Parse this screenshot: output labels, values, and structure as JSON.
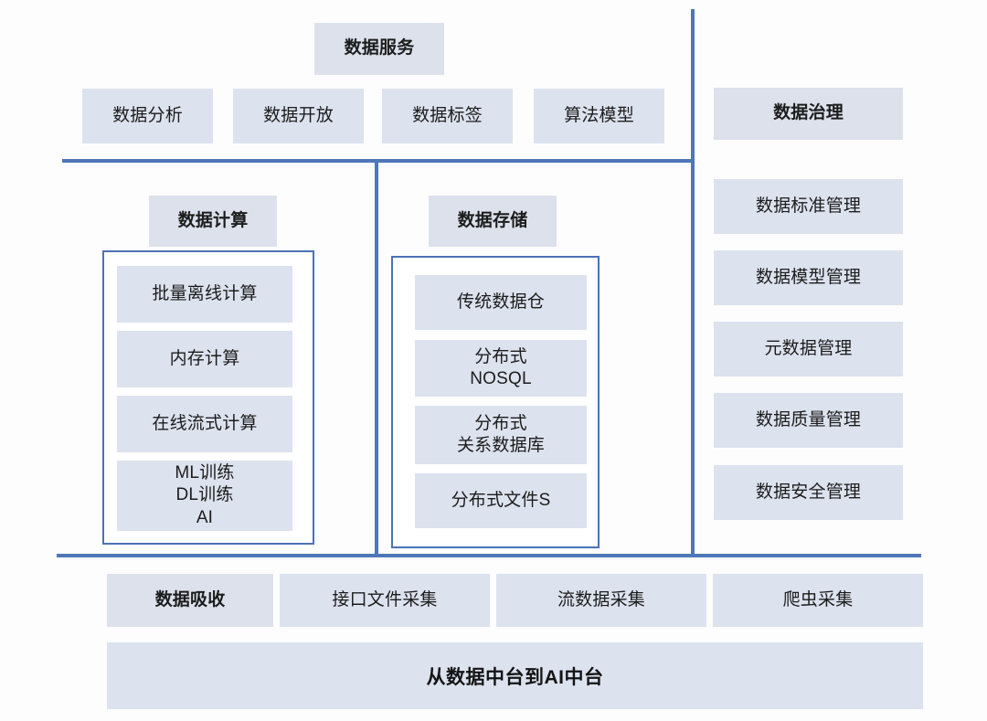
{
  "diagram": {
    "title": "从数据中台到AI中台",
    "colors": {
      "box_fill": "#dce2ee",
      "rule": "#4f76b8",
      "frame_border": "#4a72b8",
      "background": "#fdfdfd",
      "text": "#1c1c1c"
    }
  },
  "service": {
    "header": "数据服务",
    "items": [
      {
        "label": "数据分析"
      },
      {
        "label": "数据开放"
      },
      {
        "label": "数据标签"
      },
      {
        "label": "算法模型"
      }
    ]
  },
  "compute": {
    "header": "数据计算",
    "items": [
      {
        "label": "批量离线计算"
      },
      {
        "label": "内存计算"
      },
      {
        "label": "在线流式计算"
      },
      {
        "label": "ML训练\nDL训练\nAI"
      }
    ]
  },
  "storage": {
    "header": "数据存储",
    "items": [
      {
        "label": "传统数据仓"
      },
      {
        "label": "分布式\nNOSQL"
      },
      {
        "label": "分布式\n关系数据库"
      },
      {
        "label": "分布式文件S"
      }
    ]
  },
  "governance": {
    "header": "数据治理",
    "items": [
      {
        "label": "数据标准管理"
      },
      {
        "label": "数据模型管理"
      },
      {
        "label": "元数据管理"
      },
      {
        "label": "数据质量管理"
      },
      {
        "label": "数据安全管理"
      }
    ]
  },
  "ingestion": {
    "header": "数据吸收",
    "items": [
      {
        "label": "接口文件采集"
      },
      {
        "label": "流数据采集"
      },
      {
        "label": "爬虫采集"
      }
    ]
  },
  "footer": {
    "label": "从数据中台到AI中台"
  }
}
